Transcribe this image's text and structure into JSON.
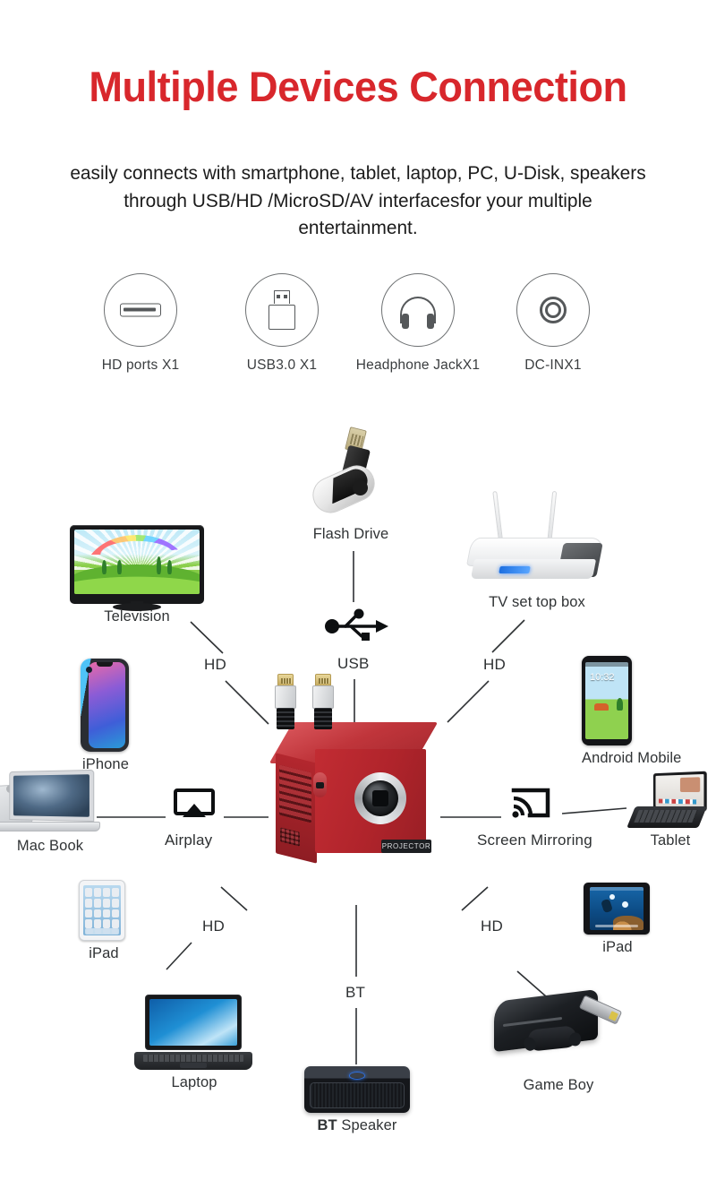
{
  "header": {
    "title": "Multiple Devices Connection",
    "subtitle": "easily connects with smartphone, tablet, laptop, PC, U-Disk, speakers through USB/HD /MicroSD/AV interfacesfor your multiple entertainment.",
    "title_color": "#d8272c"
  },
  "ports": [
    {
      "label": "HD ports X1",
      "icon": "hdmi-port-icon"
    },
    {
      "label": "USB3.0 X1",
      "icon": "usb-stick-icon"
    },
    {
      "label": "Headphone JackX1",
      "icon": "headphone-icon"
    },
    {
      "label": "DC-INX1",
      "icon": "dc-in-icon"
    }
  ],
  "center": {
    "device_label": "PROJECTOR",
    "body_color": "#b0242b",
    "accessory": "hdmi-cables"
  },
  "devices": [
    {
      "id": "television",
      "label": "Television"
    },
    {
      "id": "flash-drive",
      "label": "Flash Drive"
    },
    {
      "id": "tv-set-top-box",
      "label": "TV set top box"
    },
    {
      "id": "iphone",
      "label": "iPhone"
    },
    {
      "id": "android-mobile",
      "label": "Android Mobile"
    },
    {
      "id": "mac-book",
      "label": "Mac Book"
    },
    {
      "id": "tablet",
      "label": "Tablet"
    },
    {
      "id": "ipad-left",
      "label": "iPad"
    },
    {
      "id": "ipad-right",
      "label": "iPad"
    },
    {
      "id": "laptop",
      "label": "Laptop"
    },
    {
      "id": "bt-speaker",
      "label": "BT Speaker"
    },
    {
      "id": "game-boy",
      "label": "Game Boy"
    }
  ],
  "connections": [
    {
      "id": "hd-television",
      "label": "HD"
    },
    {
      "id": "usb-flash",
      "label": "USB"
    },
    {
      "id": "hd-settopbox",
      "label": "HD"
    },
    {
      "id": "airplay-mac",
      "label": "Airplay"
    },
    {
      "id": "screen-mirror",
      "label": "Screen Mirroring"
    },
    {
      "id": "hd-laptop",
      "label": "HD"
    },
    {
      "id": "bt-speaker-conn",
      "label": "BT"
    },
    {
      "id": "hd-gameboy",
      "label": "HD"
    }
  ],
  "bt_speaker_label": {
    "bold": "BT",
    "rest": " Speaker"
  },
  "android_clock": "10:32"
}
